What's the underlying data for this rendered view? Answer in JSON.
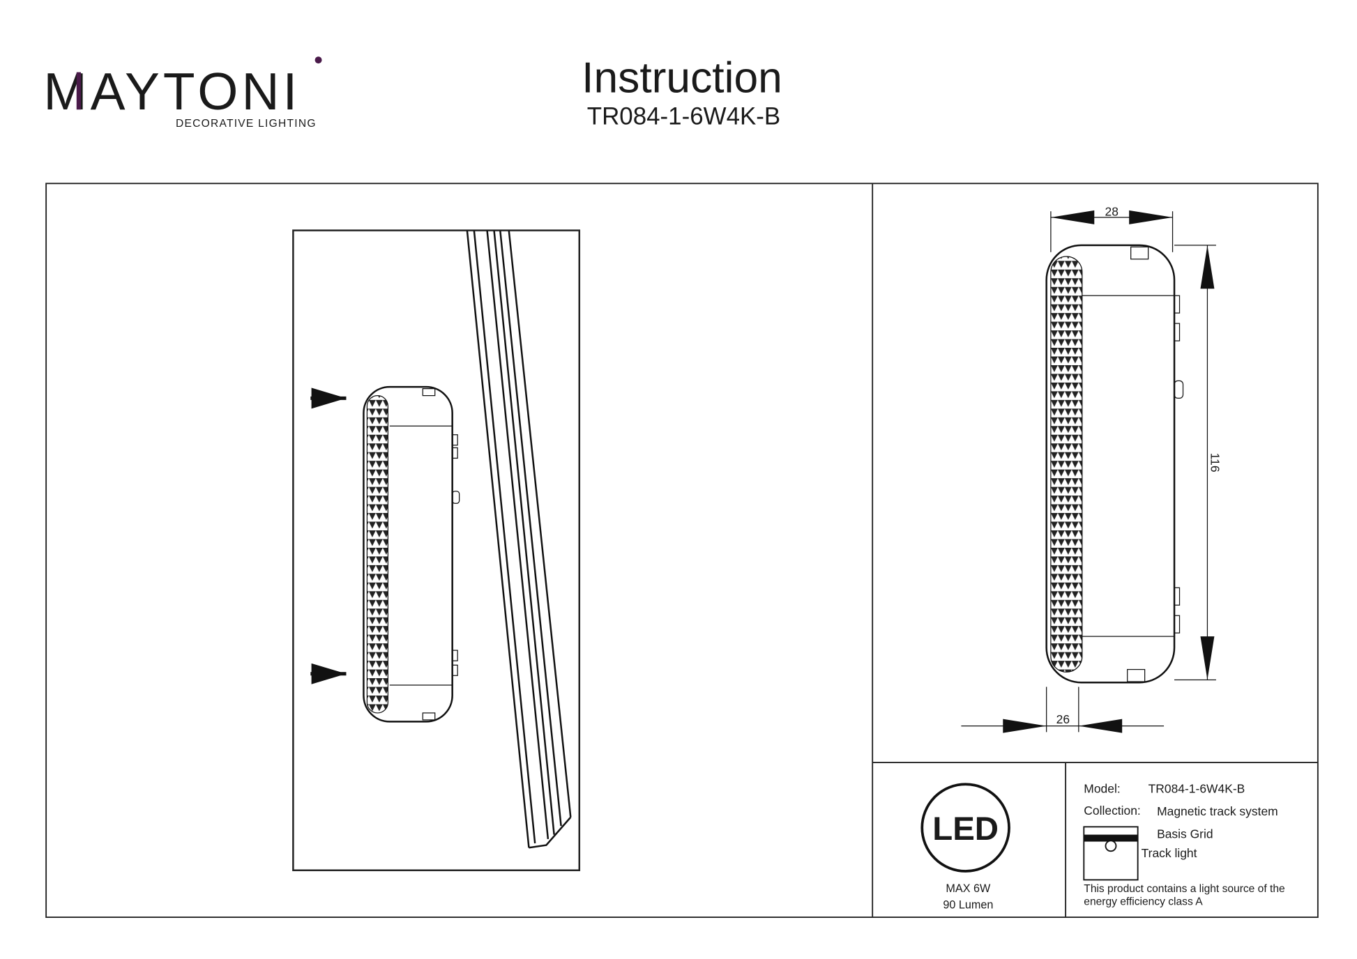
{
  "logo": {
    "brand": "MAYTONI",
    "tagline": "DECORATIVE LIGHTING",
    "accent_color": "#4a1a4a"
  },
  "header": {
    "title": "Instruction",
    "model": "TR084-1-6W4K-B"
  },
  "dimensions": {
    "width": "28",
    "height": "116",
    "depth": "26"
  },
  "spec": {
    "led_badge": "LED",
    "power": "MAX 6W",
    "flux": "90 Lumen",
    "model_label": "Model:",
    "model_value": "TR084-1-6W4K-B",
    "collection_label": "Collection:",
    "collection_value": "Magnetic track system",
    "series": "Basis Grid",
    "type": "Track light",
    "efficiency_line1": "This product contains a light source of the",
    "efficiency_line2": "energy efficiency class A"
  }
}
